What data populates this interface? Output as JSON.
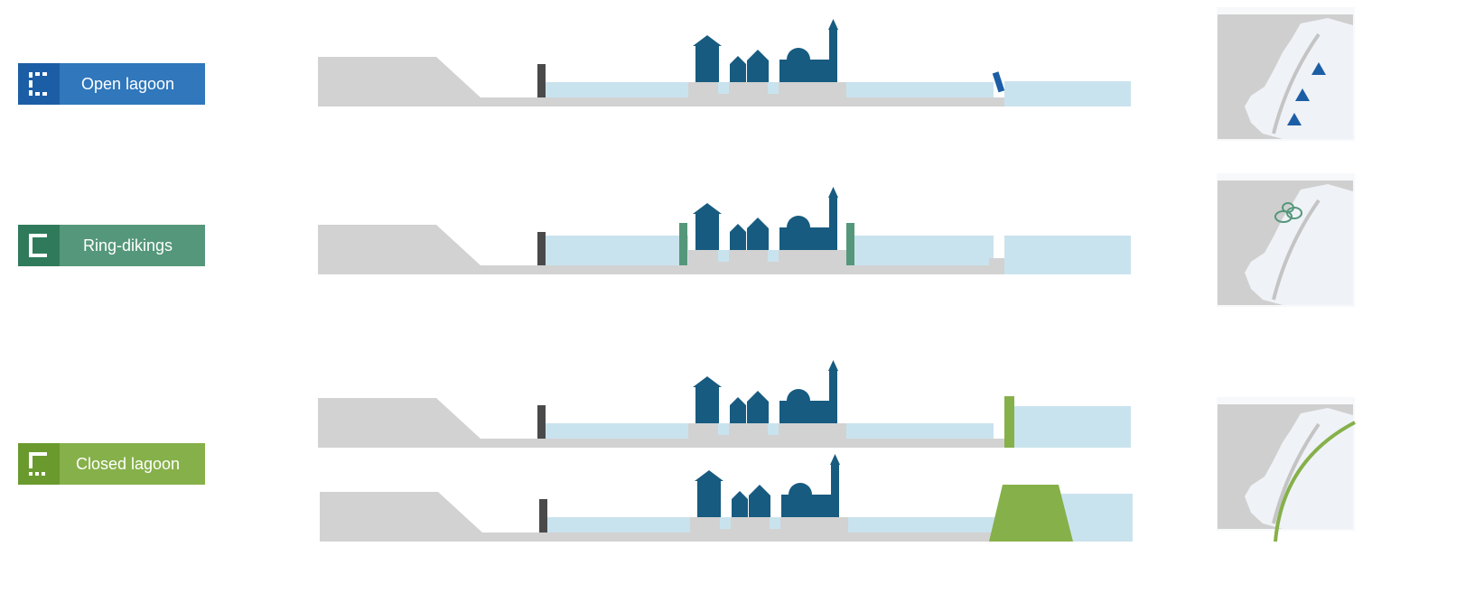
{
  "scenarios": [
    {
      "label": "Open lagoon",
      "color": "#3077bb",
      "icon_color": "#1c5ea6",
      "barrier": "open-gates"
    },
    {
      "label": "Ring-dikings",
      "color": "#55977a",
      "icon_color": "#2f7a5b",
      "barrier": "ring-dikes"
    },
    {
      "label": "Closed lagoon",
      "color": "#86b04a",
      "icon_color": "#6a9a2e",
      "barrier": "closed"
    }
  ],
  "colors": {
    "ground": "#d2d2d2",
    "water": "#c9e3ee",
    "city": "#175b80",
    "wall": "#4a4a4a",
    "map_bg": "#cfcfcf",
    "map_land": "#eff2f6"
  }
}
